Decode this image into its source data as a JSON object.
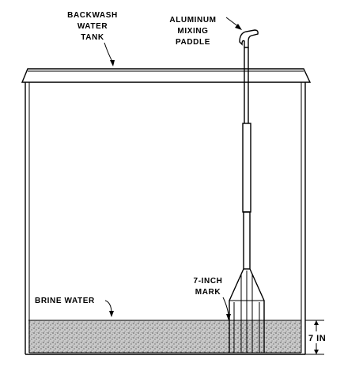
{
  "labels": {
    "backwash_tank": [
      "BACKWASH",
      "WATER",
      "TANK"
    ],
    "aluminum_paddle": [
      "ALUMINUM",
      "MIXING",
      "PADDLE"
    ],
    "brine_water": "BRINE WATER",
    "seven_inch_mark": [
      "7-INCH",
      "MARK"
    ],
    "dimension": "7 IN"
  },
  "colors": {
    "ink": "#000000",
    "paper": "#ffffff",
    "brine": "#9a9a9a"
  }
}
